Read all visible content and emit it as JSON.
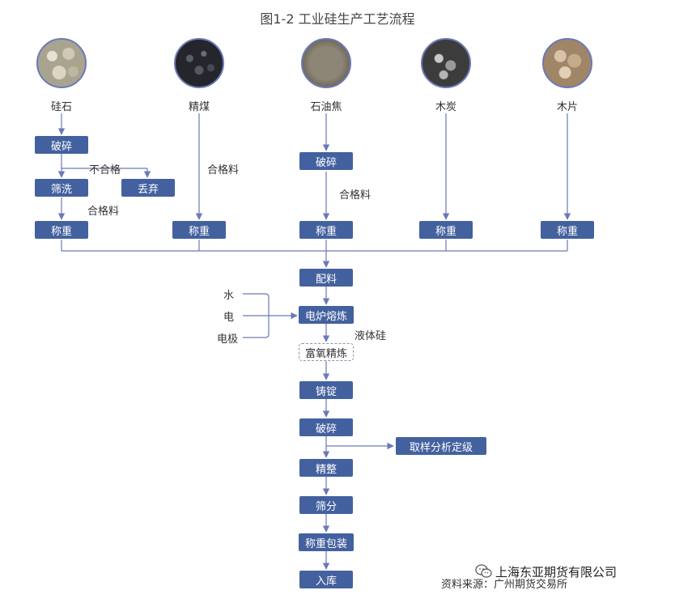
{
  "title": "图1-2 工业硅生产工艺流程",
  "materials": [
    {
      "label": "硅石",
      "image": "silica-stone-photo"
    },
    {
      "label": "精煤",
      "image": "refined-coal-photo"
    },
    {
      "label": "石油焦",
      "image": "petroleum-coke-photo"
    },
    {
      "label": "木炭",
      "image": "charcoal-photo"
    },
    {
      "label": "木片",
      "image": "wood-chips-photo"
    }
  ],
  "steps": {
    "crush1": "破碎",
    "screen": "筛洗",
    "discard": "丢弃",
    "weigh1": "称重",
    "weigh2": "称重",
    "crush3": "破碎",
    "weigh3": "称重",
    "weigh4": "称重",
    "weigh5": "称重",
    "batching": "配料",
    "smelting": "电炉熔炼",
    "refining": "富氧精炼",
    "casting": "铸锭",
    "crush_final": "破碎",
    "sampling": "取样分析定级",
    "finishing": "精整",
    "sieving": "筛分",
    "packing": "称重包装",
    "storage": "入库"
  },
  "notes": {
    "unqualified": "不合格",
    "qualified1": "合格料",
    "qualified2": "合格料",
    "qualified3": "合格料",
    "liquid_silicon": "液体硅"
  },
  "inputs": [
    "水",
    "电",
    "电极"
  ],
  "watermark": {
    "account": "上海东亚期货有限公司",
    "source": "资料来源：广州期货交易所"
  },
  "colors": {
    "box": "#44619f",
    "line": "#6c79b8",
    "circle_border": "#6c79b8"
  }
}
